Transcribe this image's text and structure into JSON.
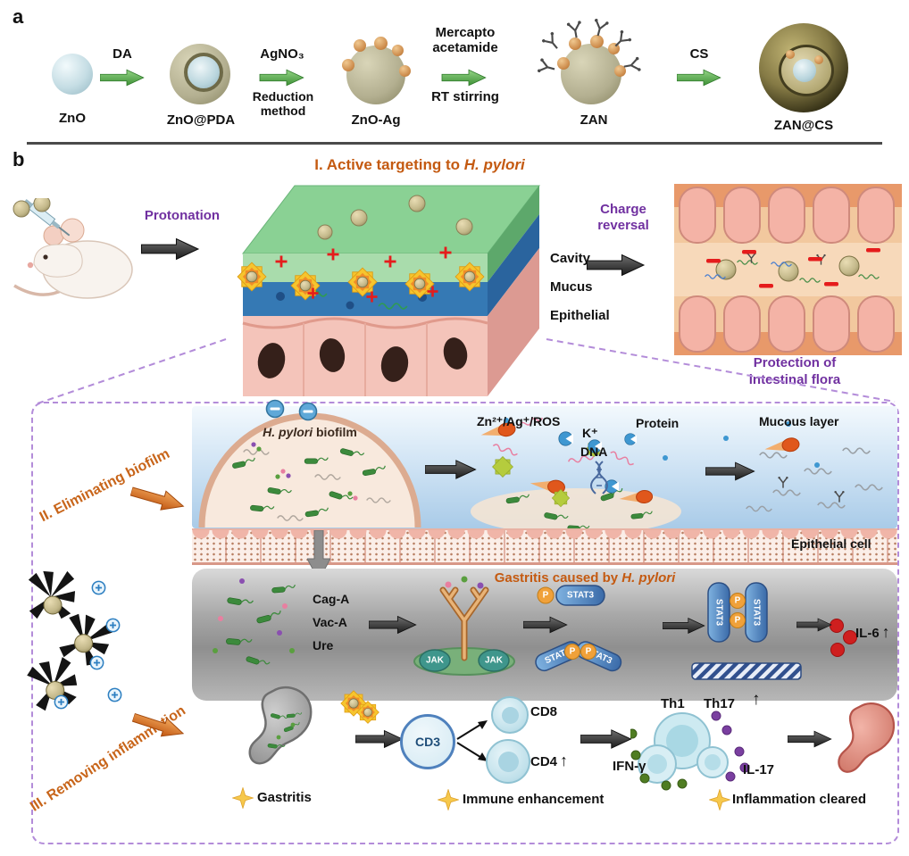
{
  "figure": {
    "panel_a_label": "a",
    "panel_b_label": "b"
  },
  "panel_a": {
    "steps": [
      "ZnO",
      "ZnO@PDA",
      "ZnO-Ag",
      "ZAN",
      "ZAN@CS"
    ],
    "arrow1_top": "DA",
    "arrow2_top": "AgNO₃",
    "arrow2_bottom": "Reduction method",
    "arrow3_top": "Mercapto acetamide",
    "arrow3_bottom": "RT stirring",
    "arrow4_top": "CS"
  },
  "panel_b": {
    "s1_title_prefix": "I. Active targeting to ",
    "s1_title_italic": "H. pylori",
    "protonation": "Protonation",
    "cavity": "Cavity",
    "mucus": "Mucus",
    "epithelial": "Epithelial",
    "charge_line1": "Charge",
    "charge_line2": "reversal",
    "protection_line1": "Protection of",
    "protection_line2": "intestinal flora",
    "s2_title": "II. Eliminating biofilm",
    "biofilm_italic": "H. pylori",
    "biofilm_rest": " biofilm",
    "ions": "Zn²⁺/Ag⁺/ROS",
    "k_ion": "K⁺",
    "protein": "Protein",
    "dna": "DNA",
    "mucous_layer": "Mucous layer",
    "epithelial_cell": "Epithelial cell",
    "gastritis_prefix": "Gastritis caused by ",
    "gastritis_italic": "H. pylori",
    "caga": "Cag-A",
    "vaca": "Vac-A",
    "ure": "Ure",
    "jak": "JAK",
    "stat3": "STAT3",
    "p": "P",
    "il6": "IL-6",
    "up": "↑",
    "s3_title": "III. Removing inflammation",
    "gastritis_label": "Gastritis",
    "cd3": "CD3",
    "cd8": "CD8",
    "cd4": "CD4",
    "immune": "Immune enhancement",
    "th1": "Th1",
    "th17": "Th17",
    "ifng": "IFN-γ",
    "il17": "IL-17",
    "cleared": "Inflammation cleared"
  },
  "colors": {
    "section_orange": "#C45A11",
    "purple": "#7030A0",
    "arrow_green": "#55A948",
    "dashed_border": "#B38CD9",
    "charge_red": "#E01818"
  }
}
